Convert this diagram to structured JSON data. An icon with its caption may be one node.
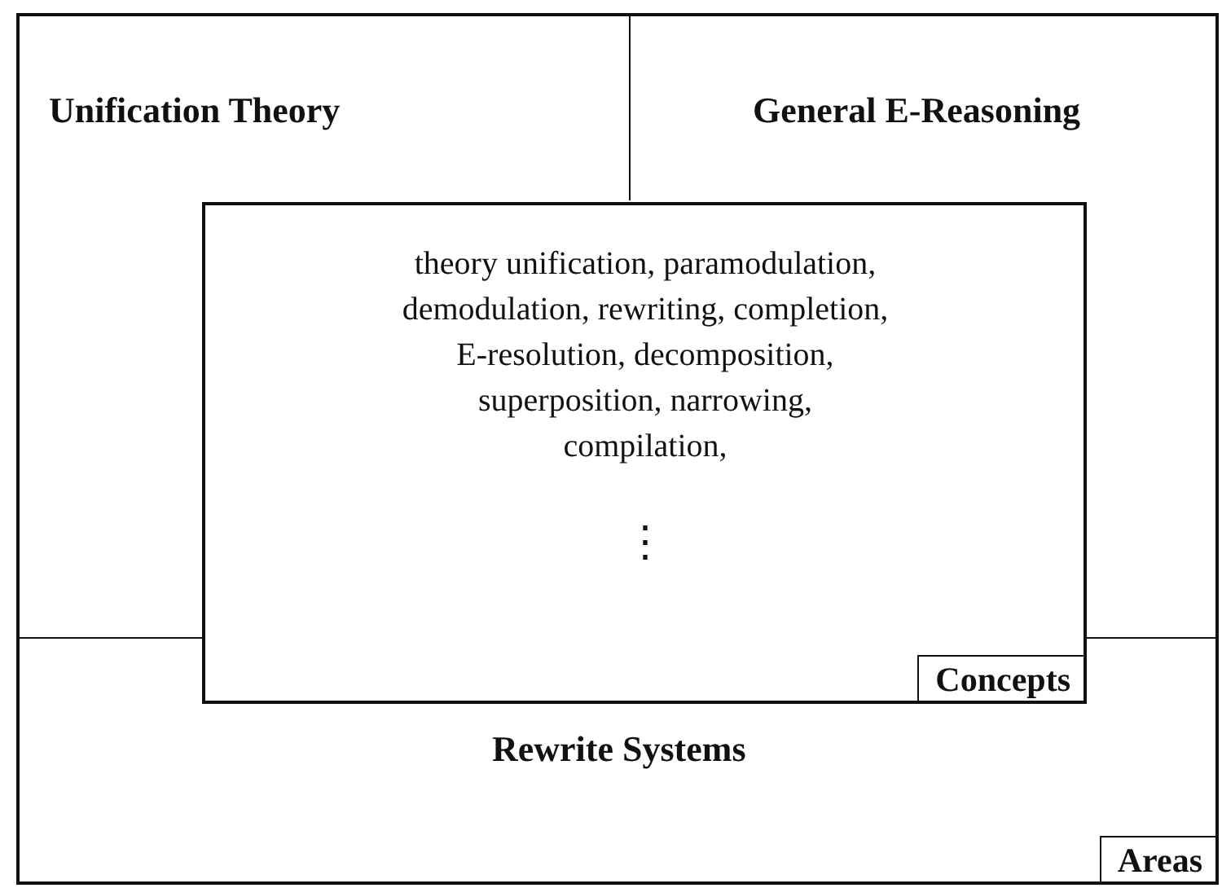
{
  "diagram": {
    "nodes": [
      {
        "text": [
          "Areas"
        ]
      },
      {
        "text": [
          "Unification Theory"
        ],
        "in": 0
      },
      {
        "text": [
          "General E-Reasoning"
        ],
        "in": 0
      },
      {
        "text": [
          "Rewrite Systems"
        ],
        "in": 0
      },
      {
        "text": [
          "theory unification, paramodulation, demodulation, rewriting, completion, E-resolution, decomposition, superposition, narrowing, compilation,",
          "⋮",
          "Concepts"
        ],
        "in": 0
      }
    ]
  }
}
